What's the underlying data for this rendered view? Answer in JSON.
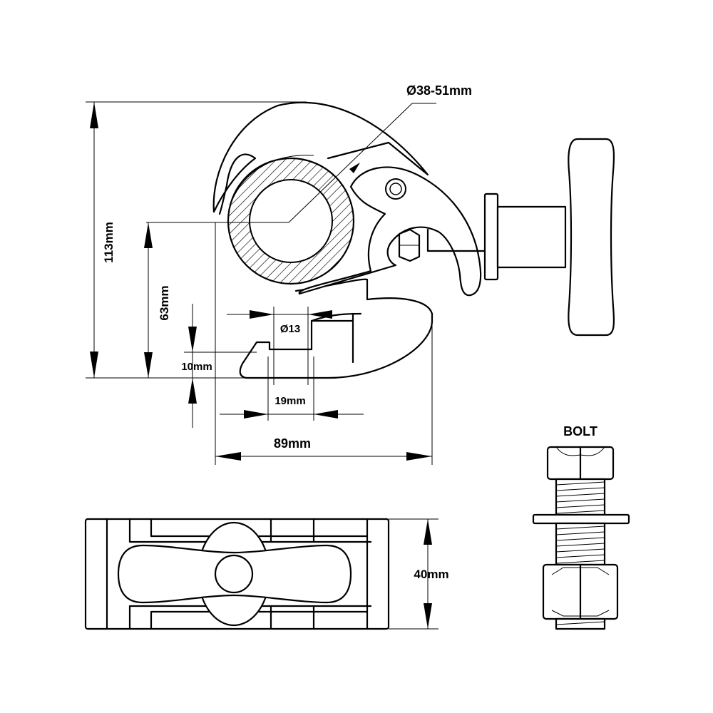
{
  "labels": {
    "pipe_diameter": "Ø38-51mm",
    "height_total": "113mm",
    "height_center": "63mm",
    "hole_diameter": "Ø13",
    "slot_depth": "10mm",
    "slot_width": "19mm",
    "width_total": "89mm",
    "thickness": "40mm",
    "bolt_title": "BOLT"
  },
  "colors": {
    "line": "#000000",
    "background": "#ffffff"
  }
}
